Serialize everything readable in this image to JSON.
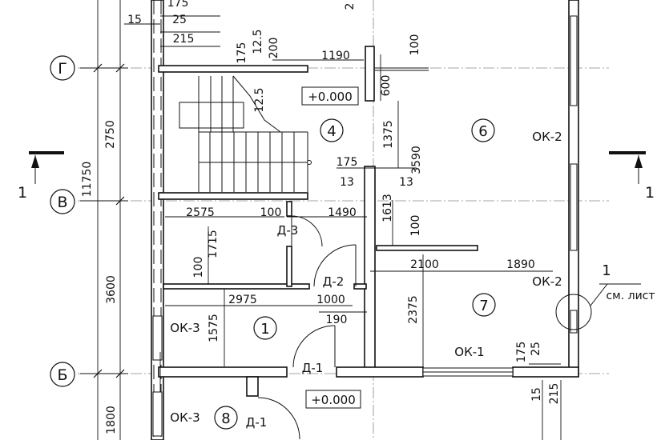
{
  "grid_axes": [
    {
      "label": "Г"
    },
    {
      "label": "В"
    },
    {
      "label": "Б"
    }
  ],
  "rooms": [
    {
      "number": "1"
    },
    {
      "number": "4"
    },
    {
      "number": "6"
    },
    {
      "number": "7"
    },
    {
      "number": "8"
    }
  ],
  "elevations": {
    "top": "+0.000",
    "bottom": "+0.000"
  },
  "section_marks": {
    "left": "1",
    "right": "1"
  },
  "detail_callout": {
    "number": "1",
    "ref": "см. лист"
  },
  "windows": {
    "ok2_top": "ОК-2",
    "ok2_mid": "ОК-2",
    "ok1": "ОК-1",
    "ok3_room1": "ОК-3",
    "ok3_room8": "ОК-3"
  },
  "doors": {
    "d3": "Д-3",
    "d2": "Д-2",
    "d1_room1": "Д-1",
    "d1_room8": "Д-1"
  },
  "dimensions": {
    "d_175_top": "175",
    "d_15_top": "15",
    "d_25_top": "25",
    "d_215_top": "215",
    "d_175_v": "175",
    "d_12_5_v": "12.5",
    "d_200_v": "200",
    "d_1190": "1190",
    "d_100_v_top": "100",
    "d_600": "600",
    "d_12_5_stair": "12.5",
    "d_2750": "2750",
    "d_11750": "11750",
    "d_1375": "1375",
    "d_3590": "3590",
    "d_175_h": "175",
    "d_13_left": "13",
    "d_13_right": "13",
    "d_2575": "2575",
    "d_100_h": "100",
    "d_1490": "1490",
    "d_1613": "1613",
    "d_100_v_mid": "100",
    "d_1715": "1715",
    "d_100_v_left": "100",
    "d_2100": "2100",
    "d_1890": "1890",
    "d_3600": "3600",
    "d_2975": "2975",
    "d_1000": "1000",
    "d_190": "190",
    "d_1575": "1575",
    "d_2375": "2375",
    "d_175_bot": "175",
    "d_25_bot": "25",
    "d_15_bot": "15",
    "d_215_bot": "215",
    "d_1800": "1800",
    "d_2_partial": "2"
  }
}
